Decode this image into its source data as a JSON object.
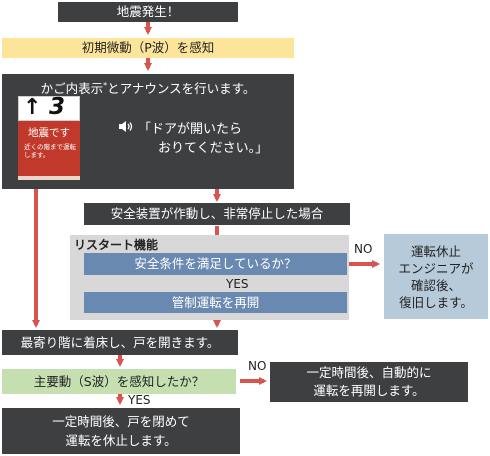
{
  "nodes": {
    "quake": "地震発生！",
    "p_wave": "初期微動（P波）を感知",
    "in_car": {
      "text": "かご内表示",
      "mark": "*",
      "text_after": "とアナウンスを行います。"
    },
    "display": {
      "arrow": "↑",
      "floor": "3",
      "title": "地震です",
      "sub": "近くの階まで運転します。"
    },
    "announcement": {
      "line1": "「ドアが開いたら",
      "line2": "おりてください。」"
    },
    "safety_device": "安全装置が作動し、非常停止した場合",
    "restart_label": "リスタート機能",
    "safety_check": "安全条件を満足しているか？",
    "resume": "管制運転を再開",
    "halt": {
      "line1": "運転休止",
      "line2": "エンジニアが",
      "line3": "確認後、",
      "line4": "復旧します。"
    },
    "nearest_floor": "最寄り階に着床し、戸を開きます。",
    "s_wave": "主要動（S波）を感知したか？",
    "auto_resume": {
      "line1": "一定時間後、自動的に",
      "line2": "運転を再開します。"
    },
    "close_doors": {
      "line1": "一定時間後、戸を閉めて",
      "line2": "運転を休止します。"
    }
  },
  "labels": {
    "yes1": "YES",
    "no1": "NO",
    "yes2": "YES",
    "no2": "NO"
  },
  "colors": {
    "dark": "#3e3f41",
    "yellow": "#fce59a",
    "green": "#c5dfb0",
    "blue": "#6a89b1",
    "pale_blue": "#b6cad9",
    "panel_grey": "#d8d8d8",
    "arrow_red": "#d9534f"
  }
}
